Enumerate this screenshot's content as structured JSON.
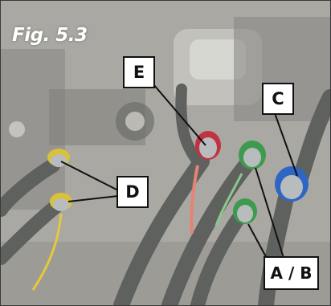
{
  "figure": {
    "caption": "Fig. 5.3",
    "labels": {
      "e": "E",
      "c": "C",
      "d": "D",
      "ab": "A / B"
    },
    "colors": {
      "hose": "#5f615f",
      "fitting_metal": "#b8bcbc",
      "cap_red": "#c23242",
      "cap_blue": "#2f66c4",
      "cap_green": "#3d9a4f",
      "cap_yellow": "#d9c23a",
      "leader_line": "#111111"
    }
  }
}
